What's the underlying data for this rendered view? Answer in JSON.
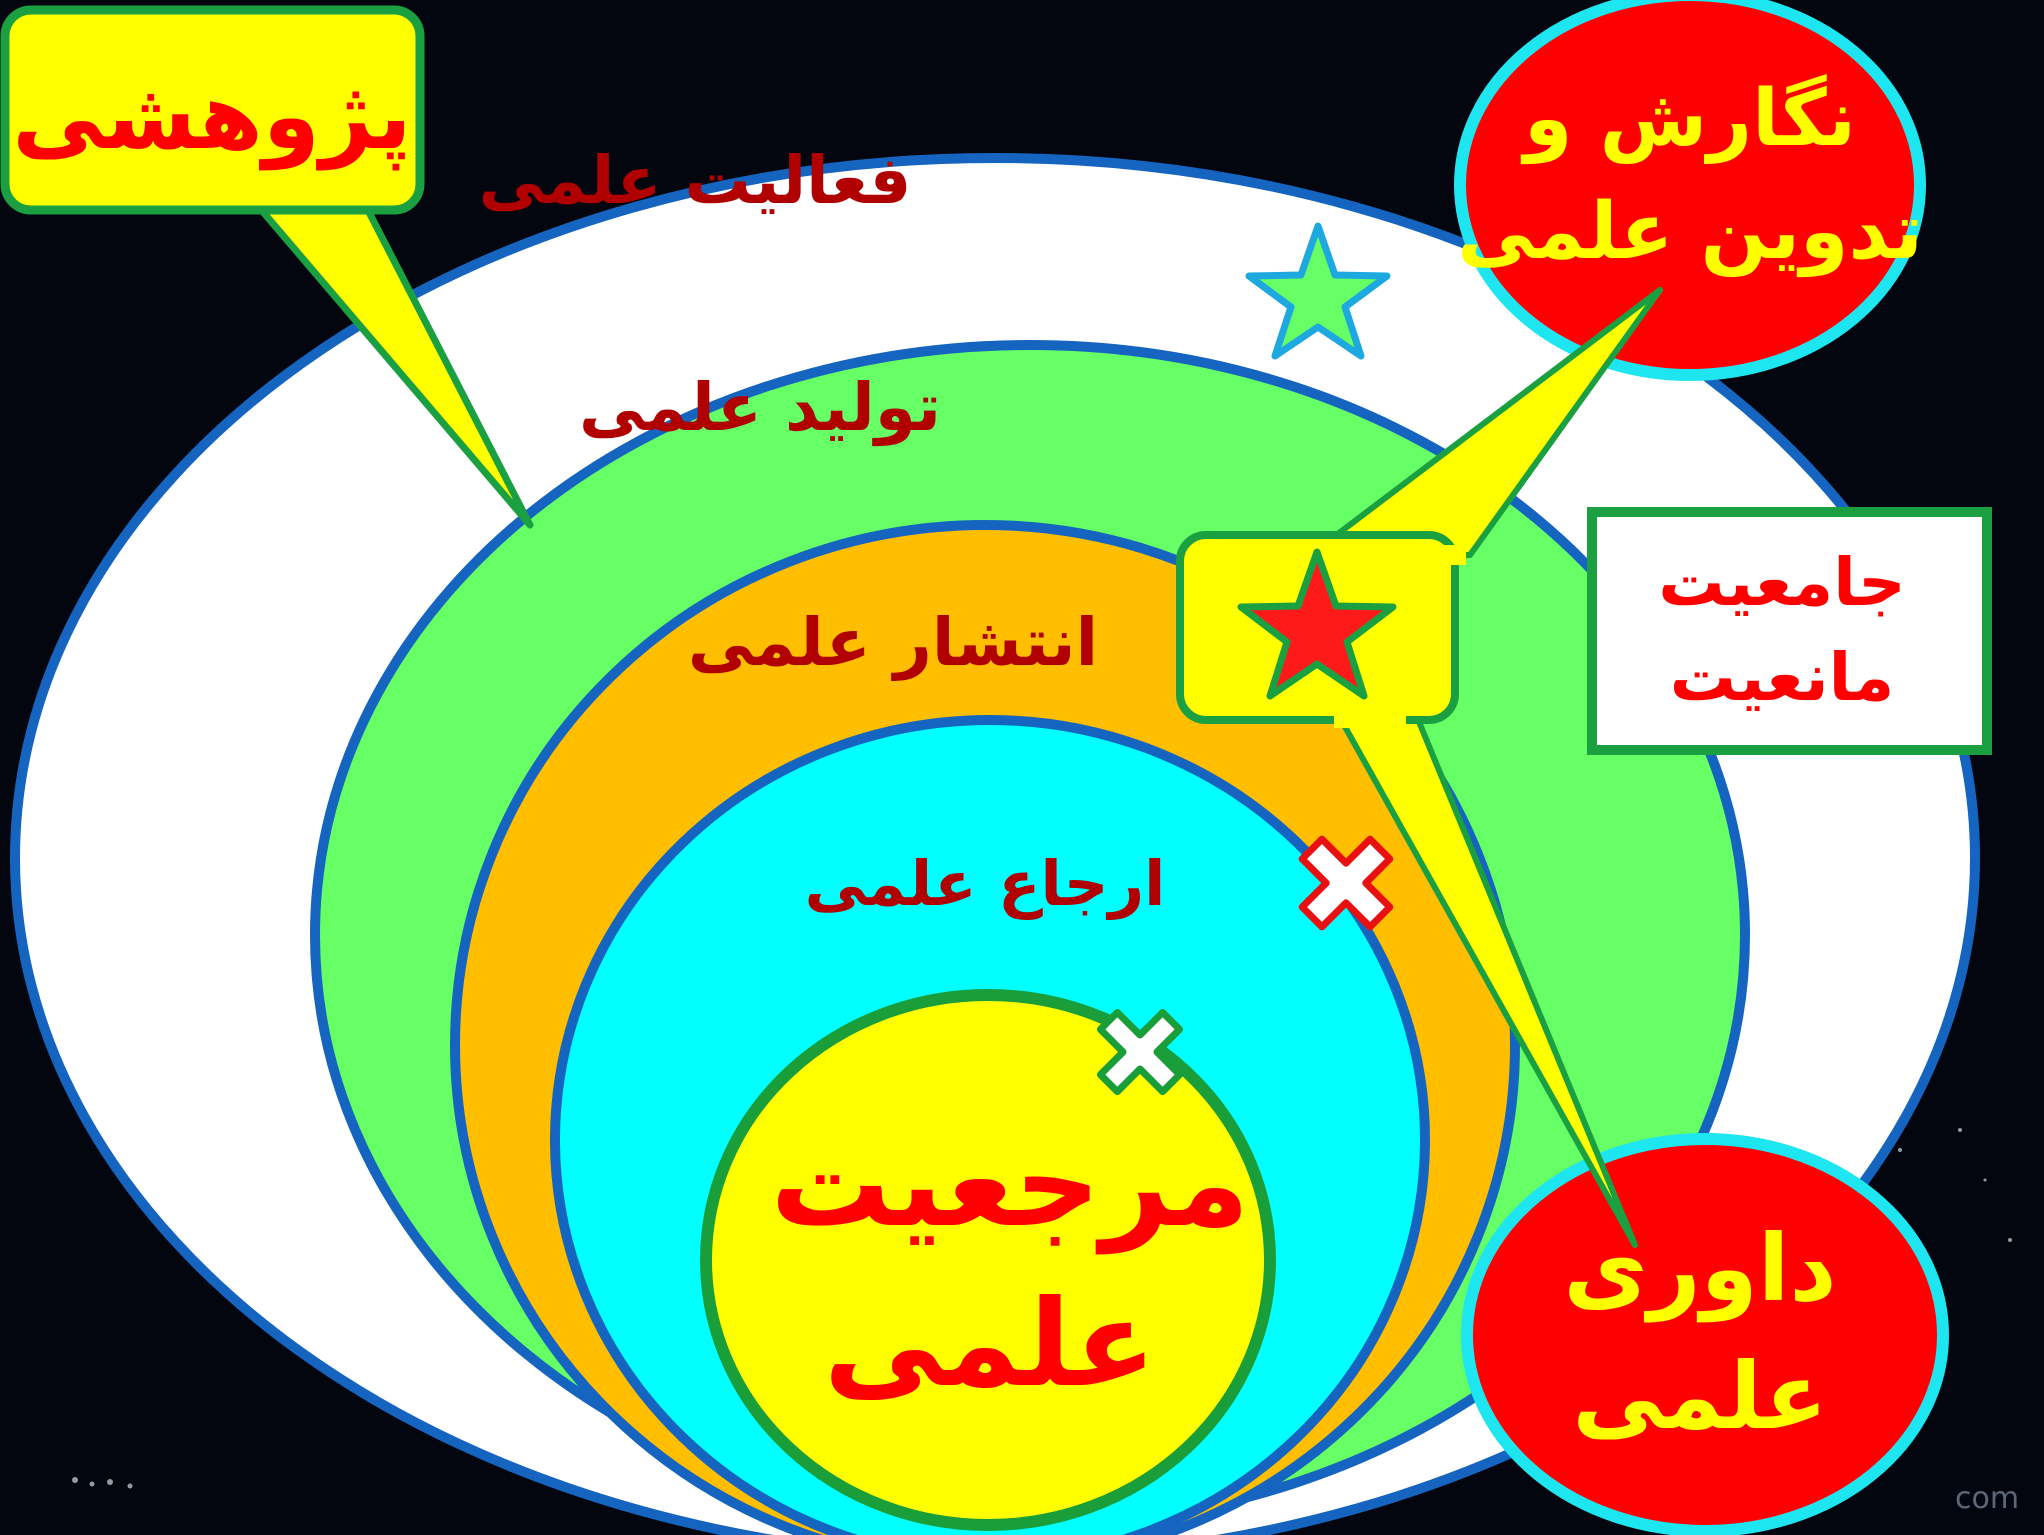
{
  "colors": {
    "background": "#03060f",
    "ring_outer": "#ffffff",
    "ring_production": "#66ff66",
    "ring_publication": "#ffbf00",
    "ring_citation": "#00ffff",
    "core": "#ffff00",
    "ring_border": "#1565c0",
    "core_border": "#1a9e3a",
    "label_dark_red": "#b00000",
    "label_red": "#ff0000",
    "callout_red": "#ff0000",
    "callout_yellow": "#ffff00",
    "callout_cyan_border": "#1ee6f0",
    "green_border": "#1aa040"
  },
  "rings": {
    "activity_label": "فعالیت علمی",
    "production_label": "تولید علمی",
    "publication_label": "انتشار علمی",
    "citation_label": "ارجاع علمی",
    "core_line1": "مرجعیت",
    "core_line2": "علمی"
  },
  "callouts": {
    "research": "پژوهشی",
    "writing_line1": "نگارش و",
    "writing_line2": "تدوین علمی",
    "referee_line1": "داوری",
    "referee_line2": "علمی",
    "criteria_line1": "جامعیت",
    "criteria_line2": "مانعیت"
  },
  "markers": {
    "star_icon": "star-icon",
    "cross_icon": "cross-icon"
  },
  "watermark": "com"
}
